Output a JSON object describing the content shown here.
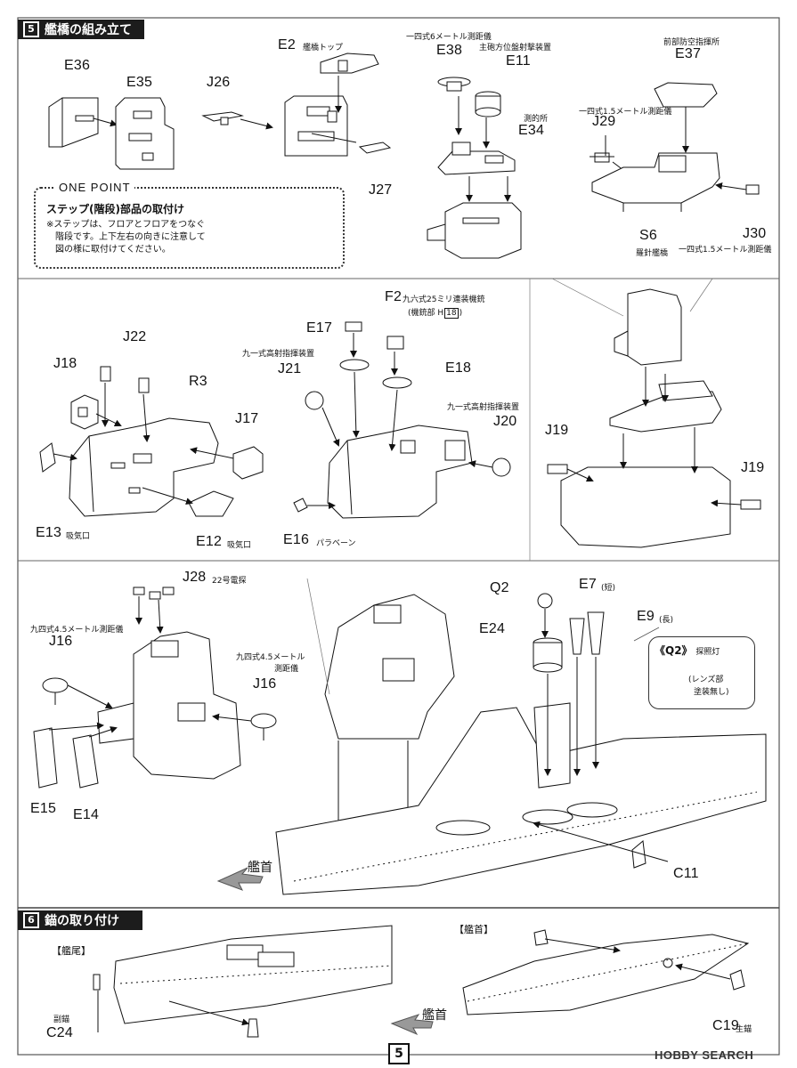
{
  "step5": {
    "number": "5",
    "title": "艦橋の組み立て"
  },
  "step6": {
    "number": "6",
    "title": "錨の取り付け"
  },
  "one_point": {
    "title": "ONE POINT",
    "heading": "ステップ(階段)部品の取付け",
    "body_line1": "※ステップは、フロアとフロアをつなぐ",
    "body_line2": "階段です。上下左右の向きに注意して",
    "body_line3": "図の様に取付けてください。"
  },
  "labels": {
    "E36": "E36",
    "E35": "E35",
    "J26": "J26",
    "E2": "E2",
    "E2_note": "艦橋トップ",
    "J27": "J27",
    "E38_note": "一四式6メートル測距儀",
    "E38": "E38",
    "E11_note": "主砲方位盤射撃装置",
    "E11": "E11",
    "E34_note": "測的所",
    "E34": "E34",
    "E37_note": "前部防空指揮所",
    "E37": "E37",
    "J29_note": "一四式1.5メートル測距儀",
    "J29": "J29",
    "S6": "S6",
    "S6_note": "羅針艦橋",
    "J30": "J30",
    "J30_note": "一四式1.5メートル測距儀",
    "J22": "J22",
    "J18": "J18",
    "R3": "R3",
    "J17": "J17",
    "E13": "E13",
    "E13_note": "吸気口",
    "E12": "E12",
    "E12_note": "吸気口",
    "F2": "F2",
    "F2_note": "九六式25ミリ連装機銃",
    "F2_note2": "(機銃部 H",
    "F2_box": "18",
    "F2_note3": ")",
    "E17": "E17",
    "E17_note": "九一式高射指揮装置",
    "J21": "J21",
    "E18": "E18",
    "E18_note": "九一式高射指揮装置",
    "J20": "J20",
    "E16": "E16",
    "E16_note": "パラベーン",
    "J19a": "J19",
    "J19b": "J19",
    "J28": "J28",
    "J28_note": "22号電探",
    "J16a_note": "九四式4.5メートル測距儀",
    "J16a": "J16",
    "J16b_note1": "九四式4.5メートル",
    "J16b_note2": "測距儀",
    "J16b": "J16",
    "E15": "E15",
    "E14": "E14",
    "Q2": "Q2",
    "E7": "E7",
    "E7_note": "(短)",
    "E9": "E9",
    "E9_note": "(長)",
    "E24": "E24",
    "Q2_box_title": "《Q2》",
    "Q2_box_note": "探照灯",
    "Q2_box_lens1": "(レンズ部",
    "Q2_box_lens2": "塗装無し)",
    "bow1": "艦首",
    "C11": "C11",
    "stern": "【艦尾】",
    "bow_bracket": "【艦首】",
    "C24_note": "副錨",
    "C24": "C24",
    "bow2": "艦首",
    "C19": "C19",
    "C19_note": "主錨"
  },
  "page_number": "5",
  "watermark": "HOBBY SEARCH"
}
